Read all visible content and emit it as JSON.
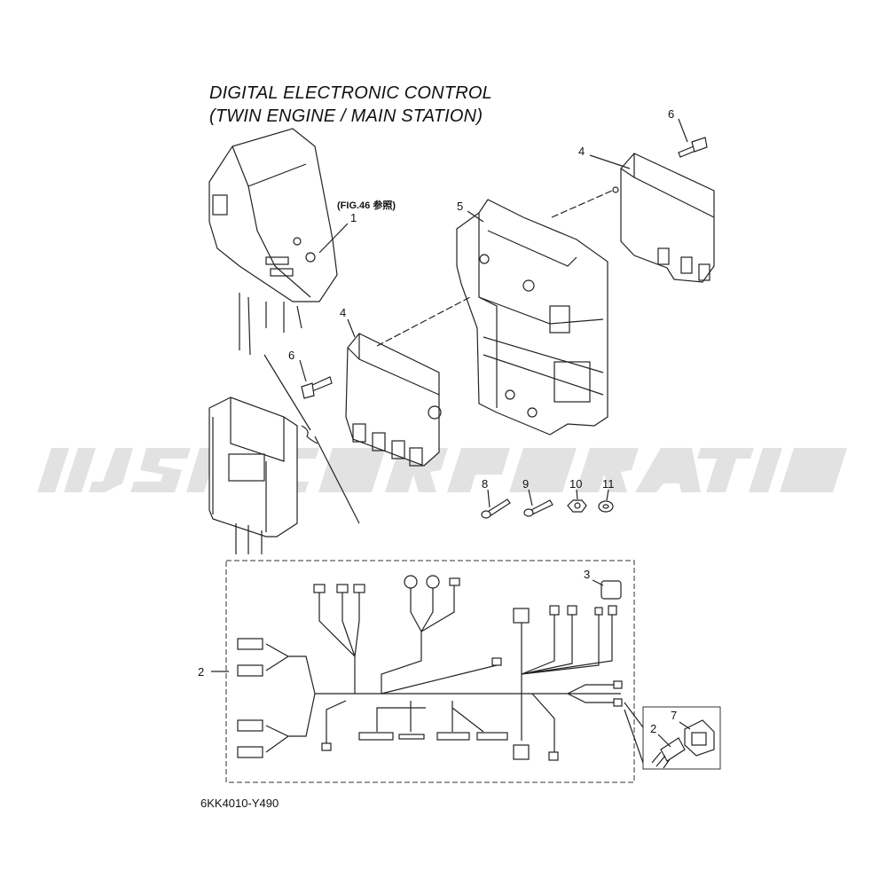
{
  "title": {
    "line1": "DIGITAL ELECTRONIC CONTROL",
    "line2": "(TWIN ENGINE / MAIN STATION)"
  },
  "reference_note": "(FIG.46 参照)",
  "callouts": {
    "c1": "1",
    "c2a": "2",
    "c2b": "2",
    "c3": "3",
    "c4a": "4",
    "c4b": "4",
    "c5": "5",
    "c6a": "6",
    "c6b": "6",
    "c7": "7",
    "c8": "8",
    "c9": "9",
    "c10": "10",
    "c11": "11"
  },
  "watermark": "JSP CORPORATION",
  "diagram_code": "6KK4010-Y490"
}
